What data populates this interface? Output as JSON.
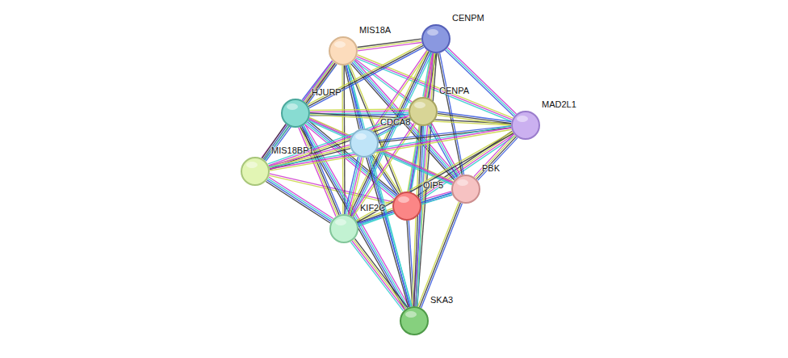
{
  "diagram": {
    "nodes": [
      {
        "text": [
          "MIS18A"
        ]
      },
      {
        "text": [
          "CENPM"
        ]
      },
      {
        "text": [
          "HJURP"
        ]
      },
      {
        "text": [
          "CENPA"
        ]
      },
      {
        "text": [
          "CDCA8"
        ]
      },
      {
        "text": [
          "MAD2L1"
        ]
      },
      {
        "text": [
          "MIS18BP1"
        ]
      },
      {
        "text": [
          "PBK"
        ]
      },
      {
        "text": [
          "OIP5"
        ]
      },
      {
        "text": [
          "KIF2C"
        ]
      },
      {
        "text": [
          "SKA3"
        ]
      }
    ],
    "edges": [
      {
        "from": 8,
        "to": 0,
        "arrow": "none"
      },
      {
        "from": 8,
        "to": 1,
        "arrow": "none"
      },
      {
        "from": 8,
        "to": 2,
        "arrow": "none"
      },
      {
        "from": 8,
        "to": 3,
        "arrow": "none"
      },
      {
        "from": 8,
        "to": 4,
        "arrow": "none"
      },
      {
        "from": 8,
        "to": 5,
        "arrow": "none"
      },
      {
        "from": 8,
        "to": 6,
        "arrow": "none"
      },
      {
        "from": 8,
        "to": 7,
        "arrow": "none"
      },
      {
        "from": 8,
        "to": 9,
        "arrow": "none"
      },
      {
        "from": 8,
        "to": 10,
        "arrow": "none"
      },
      {
        "from": 0,
        "to": 1,
        "arrow": "none"
      },
      {
        "from": 0,
        "to": 2,
        "arrow": "none"
      },
      {
        "from": 0,
        "to": 3,
        "arrow": "none"
      },
      {
        "from": 0,
        "to": 4,
        "arrow": "none"
      },
      {
        "from": 0,
        "to": 6,
        "arrow": "none"
      },
      {
        "from": 0,
        "to": 9,
        "arrow": "none"
      },
      {
        "from": 0,
        "to": 5,
        "arrow": "none"
      },
      {
        "from": 0,
        "to": 7,
        "arrow": "none"
      },
      {
        "from": 0,
        "to": 10,
        "arrow": "none"
      },
      {
        "from": 1,
        "to": 2,
        "arrow": "none"
      },
      {
        "from": 1,
        "to": 3,
        "arrow": "none"
      },
      {
        "from": 1,
        "to": 4,
        "arrow": "none"
      },
      {
        "from": 1,
        "to": 5,
        "arrow": "none"
      },
      {
        "from": 1,
        "to": 9,
        "arrow": "none"
      },
      {
        "from": 1,
        "to": 7,
        "arrow": "none"
      },
      {
        "from": 1,
        "to": 10,
        "arrow": "none"
      },
      {
        "from": 2,
        "to": 3,
        "arrow": "none"
      },
      {
        "from": 2,
        "to": 4,
        "arrow": "none"
      },
      {
        "from": 2,
        "to": 6,
        "arrow": "none"
      },
      {
        "from": 2,
        "to": 9,
        "arrow": "none"
      },
      {
        "from": 2,
        "to": 5,
        "arrow": "none"
      },
      {
        "from": 2,
        "to": 7,
        "arrow": "none"
      },
      {
        "from": 2,
        "to": 10,
        "arrow": "none"
      },
      {
        "from": 3,
        "to": 4,
        "arrow": "none"
      },
      {
        "from": 3,
        "to": 5,
        "arrow": "none"
      },
      {
        "from": 3,
        "to": 6,
        "arrow": "none"
      },
      {
        "from": 3,
        "to": 9,
        "arrow": "none"
      },
      {
        "from": 3,
        "to": 7,
        "arrow": "none"
      },
      {
        "from": 3,
        "to": 10,
        "arrow": "none"
      },
      {
        "from": 4,
        "to": 5,
        "arrow": "none"
      },
      {
        "from": 4,
        "to": 6,
        "arrow": "none"
      },
      {
        "from": 4,
        "to": 9,
        "arrow": "none"
      },
      {
        "from": 4,
        "to": 7,
        "arrow": "none"
      },
      {
        "from": 4,
        "to": 10,
        "arrow": "none"
      },
      {
        "from": 5,
        "to": 7,
        "arrow": "none"
      },
      {
        "from": 5,
        "to": 9,
        "arrow": "none"
      },
      {
        "from": 5,
        "to": 6,
        "arrow": "none"
      },
      {
        "from": 6,
        "to": 9,
        "arrow": "none"
      },
      {
        "from": 7,
        "to": 9,
        "arrow": "none"
      },
      {
        "from": 7,
        "to": 10,
        "arrow": "none"
      },
      {
        "from": 9,
        "to": 10,
        "arrow": "none"
      }
    ]
  }
}
